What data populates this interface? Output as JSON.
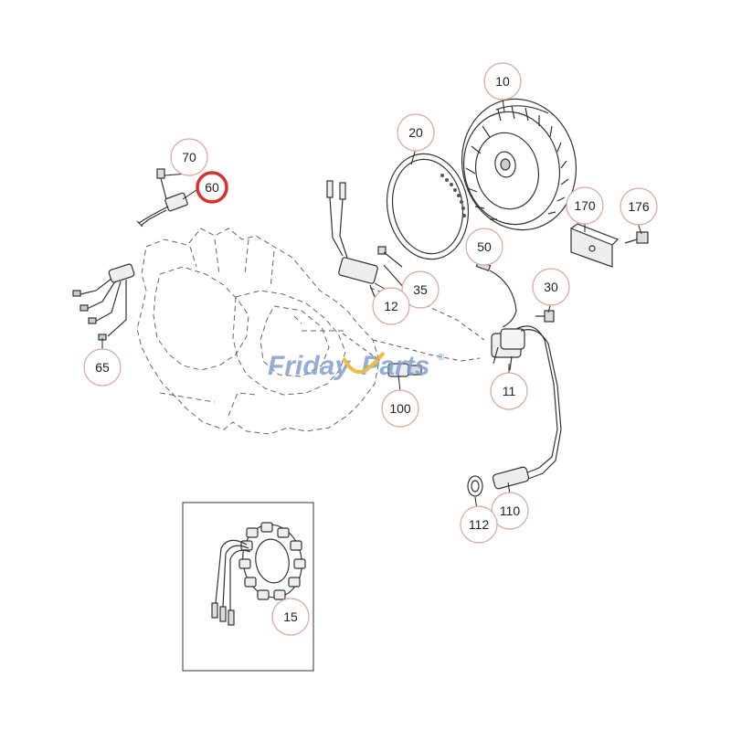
{
  "watermark": {
    "brand_part1": "Friday",
    "brand_part2": "Parts",
    "registered": "®",
    "color_primary": "#7f9fd0",
    "color_accent": "#f0b020"
  },
  "callout_style": {
    "circle_stroke": "#d8a898",
    "highlight_stroke": "#d9302a",
    "line_color": "#222222"
  },
  "callouts": [
    {
      "id": "10",
      "label": "10",
      "highlighted": false
    },
    {
      "id": "20",
      "label": "20",
      "highlighted": false
    },
    {
      "id": "70",
      "label": "70",
      "highlighted": false
    },
    {
      "id": "60",
      "label": "60",
      "highlighted": true
    },
    {
      "id": "170",
      "label": "170",
      "highlighted": false
    },
    {
      "id": "176",
      "label": "176",
      "highlighted": false
    },
    {
      "id": "50",
      "label": "50",
      "highlighted": false
    },
    {
      "id": "35",
      "label": "35",
      "highlighted": false
    },
    {
      "id": "12",
      "label": "12",
      "highlighted": false
    },
    {
      "id": "30",
      "label": "30",
      "highlighted": false
    },
    {
      "id": "65",
      "label": "65",
      "highlighted": false
    },
    {
      "id": "100",
      "label": "100",
      "highlighted": false
    },
    {
      "id": "11",
      "label": "11",
      "highlighted": false
    },
    {
      "id": "110",
      "label": "110",
      "highlighted": false
    },
    {
      "id": "112",
      "label": "112",
      "highlighted": false
    },
    {
      "id": "15",
      "label": "15",
      "highlighted": false
    }
  ]
}
